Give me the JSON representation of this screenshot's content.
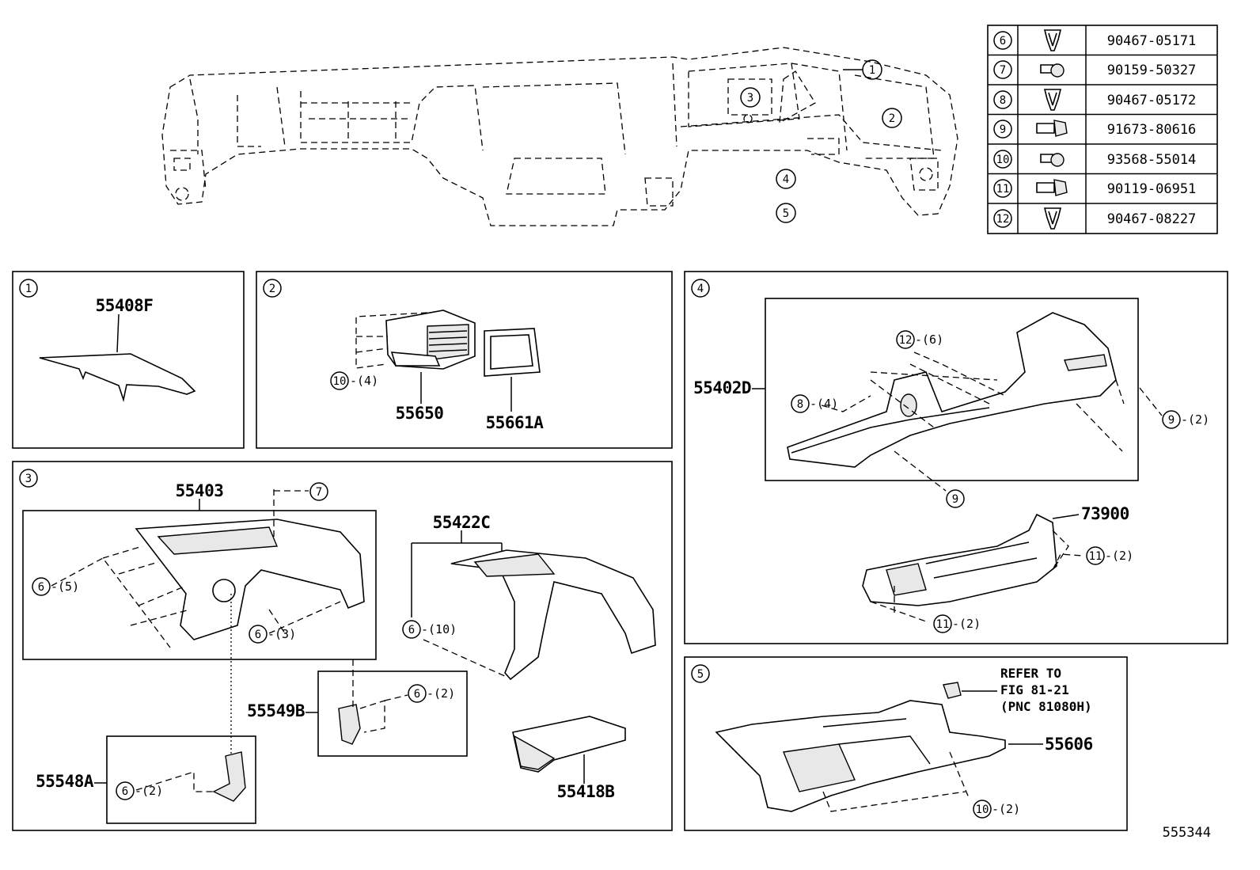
{
  "fastener_table": [
    {
      "ref": "6",
      "part": "90467-05171",
      "icon": "clip-icon"
    },
    {
      "ref": "7",
      "part": "90159-50327",
      "icon": "screw-icon"
    },
    {
      "ref": "8",
      "part": "90467-05172",
      "icon": "clip-icon"
    },
    {
      "ref": "9",
      "part": "91673-80616",
      "icon": "bolt-icon"
    },
    {
      "ref": "10",
      "part": "93568-55014",
      "icon": "screw-icon"
    },
    {
      "ref": "11",
      "part": "90119-06951",
      "icon": "bolt-icon"
    },
    {
      "ref": "12",
      "part": "90467-08227",
      "icon": "clip-icon"
    }
  ],
  "overview": {
    "callouts": [
      "1",
      "2",
      "3",
      "4",
      "5"
    ]
  },
  "panel1": {
    "number": "1",
    "part": "55408F"
  },
  "panel2": {
    "number": "2",
    "parts": [
      "55650",
      "55661A"
    ],
    "fastener_ref": "10",
    "fastener_qty": "-(4)"
  },
  "panel3": {
    "number": "3",
    "parts": {
      "p1": "55403",
      "p2": "55422C",
      "p3": "55549B",
      "p4": "55548A",
      "p5": "55418B"
    },
    "fasteners": [
      {
        "ref": "7",
        "qty": ""
      },
      {
        "ref": "6",
        "qty": "-(5)"
      },
      {
        "ref": "6",
        "qty": "-(3)"
      },
      {
        "ref": "6",
        "qty": "-(10)"
      },
      {
        "ref": "6",
        "qty": "-(2)"
      },
      {
        "ref": "6",
        "qty": "-(2)"
      }
    ]
  },
  "panel4": {
    "number": "4",
    "parts": {
      "p1": "55402D",
      "p2": "73900"
    },
    "fasteners": [
      {
        "ref": "12",
        "qty": "-(6)"
      },
      {
        "ref": "8",
        "qty": "-(4)"
      },
      {
        "ref": "9",
        "qty": "-(2)"
      },
      {
        "ref": "9",
        "qty": ""
      },
      {
        "ref": "11",
        "qty": "-(2)"
      },
      {
        "ref": "11",
        "qty": "-(2)"
      }
    ]
  },
  "panel5": {
    "number": "5",
    "part": "55606",
    "refer": [
      "REFER TO",
      "FIG 81-21",
      "(PNC 81080H)"
    ],
    "fastener_ref": "10",
    "fastener_qty": "-(2)"
  },
  "figure_id": "555344"
}
